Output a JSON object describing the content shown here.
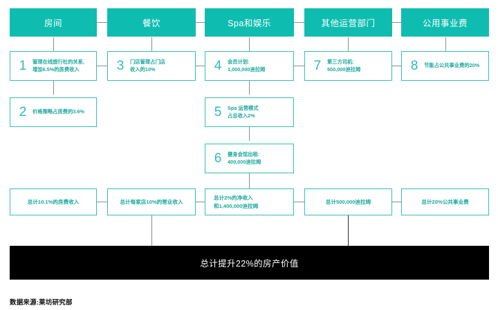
{
  "diagram": {
    "title_banner": "总计提升22%的房产价值",
    "source_note": "数据来源:莱坊研究部",
    "accent_color": "#0fbdb0",
    "outline_color": "#35bfb4",
    "text_color": "#1aa89c",
    "banner_color": "#000000",
    "connector_color": "#8c8c8c"
  },
  "headers": [
    {
      "label": "房间"
    },
    {
      "label": "餐饮"
    },
    {
      "label": "Spa和娱乐"
    },
    {
      "label": "其他运营部门"
    },
    {
      "label": "公用事业费"
    }
  ],
  "items": [
    {
      "number": "1",
      "text": "管理在线旅行社的关系,\n增加6.5%的房费收入"
    },
    {
      "number": "2",
      "text": "价格策略占房费的3.6%"
    },
    {
      "number": "3",
      "text": "门店管理占门店\n收入的10%"
    },
    {
      "number": "4",
      "text": "会员计划:\n1,000,000迪拉姆"
    },
    {
      "number": "5",
      "text": "Spa 运营模式\n占总收入2%"
    },
    {
      "number": "6",
      "text": "健身会馆出租:\n400,000迪拉姆"
    },
    {
      "number": "7",
      "text": "第三方司机:\n500,000迪拉姆"
    },
    {
      "number": "8",
      "text": "节能占公共事业费的20%"
    }
  ],
  "totals": [
    {
      "text": "总计10.1%的房费收入"
    },
    {
      "text": "总计每家店10%的营业收入"
    },
    {
      "text": "总计2%的净收入\n和1,400,000迪拉姆"
    },
    {
      "text": "总计500,000迪拉姆"
    },
    {
      "text": "总计20%公共事业费"
    }
  ]
}
